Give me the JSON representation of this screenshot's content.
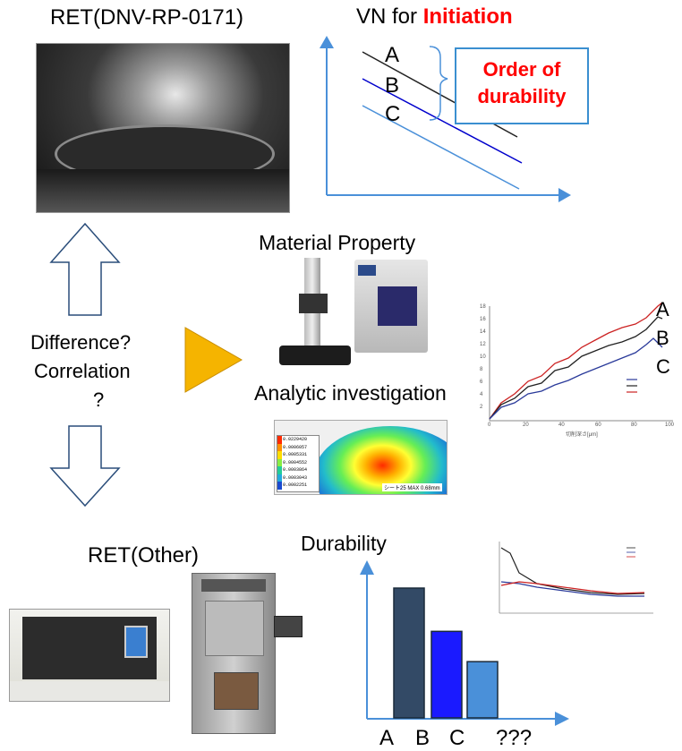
{
  "top_left": {
    "title": "RET(DNV-RP-0171)"
  },
  "vn_chart": {
    "title_prefix": "VN for ",
    "title_highlight": "Initiation",
    "line_labels": [
      "A",
      "B",
      "C"
    ],
    "order_box_line1": "Order of",
    "order_box_line2": "durability",
    "colors": {
      "highlight": "#ff0000",
      "axis": "#4a90d9",
      "line_a": "#222222",
      "line_b": "#0000cc",
      "line_c": "#4a90d9"
    }
  },
  "left_question": {
    "line1": "Difference?",
    "line2": "Correlation",
    "line3": "?"
  },
  "middle": {
    "material_title": "Material Property",
    "analytic_title": "Analytic investigation",
    "fem_legend_values": [
      "0.0229420",
      "0.0006057",
      "0.0005331",
      "0.0004552",
      "0.0003864",
      "0.0003043",
      "0.0002251"
    ],
    "fem_bottom_text": "シート25 MAX 0.68mm"
  },
  "right_plot": {
    "labels": [
      "A",
      "B",
      "C"
    ],
    "x_ticks": [
      "0",
      "20",
      "40",
      "60",
      "80",
      "100"
    ],
    "y_ticks": [
      "0",
      "2",
      "4",
      "6",
      "8",
      "10",
      "12",
      "14",
      "16",
      "18"
    ],
    "xlabel": "切削深さ[μm]"
  },
  "bottom": {
    "ret_other_title": "RET(Other)",
    "durability_title": "Durability",
    "bar_labels": [
      "A",
      "B",
      "C",
      "???"
    ]
  },
  "chart_data": {
    "type": "bar",
    "title": "Durability",
    "categories": [
      "A",
      "B",
      "C",
      "???"
    ],
    "values": [
      3.0,
      2.0,
      1.3,
      null
    ],
    "colors": [
      "#334a66",
      "#1a1aff",
      "#4a90d9",
      ""
    ]
  }
}
